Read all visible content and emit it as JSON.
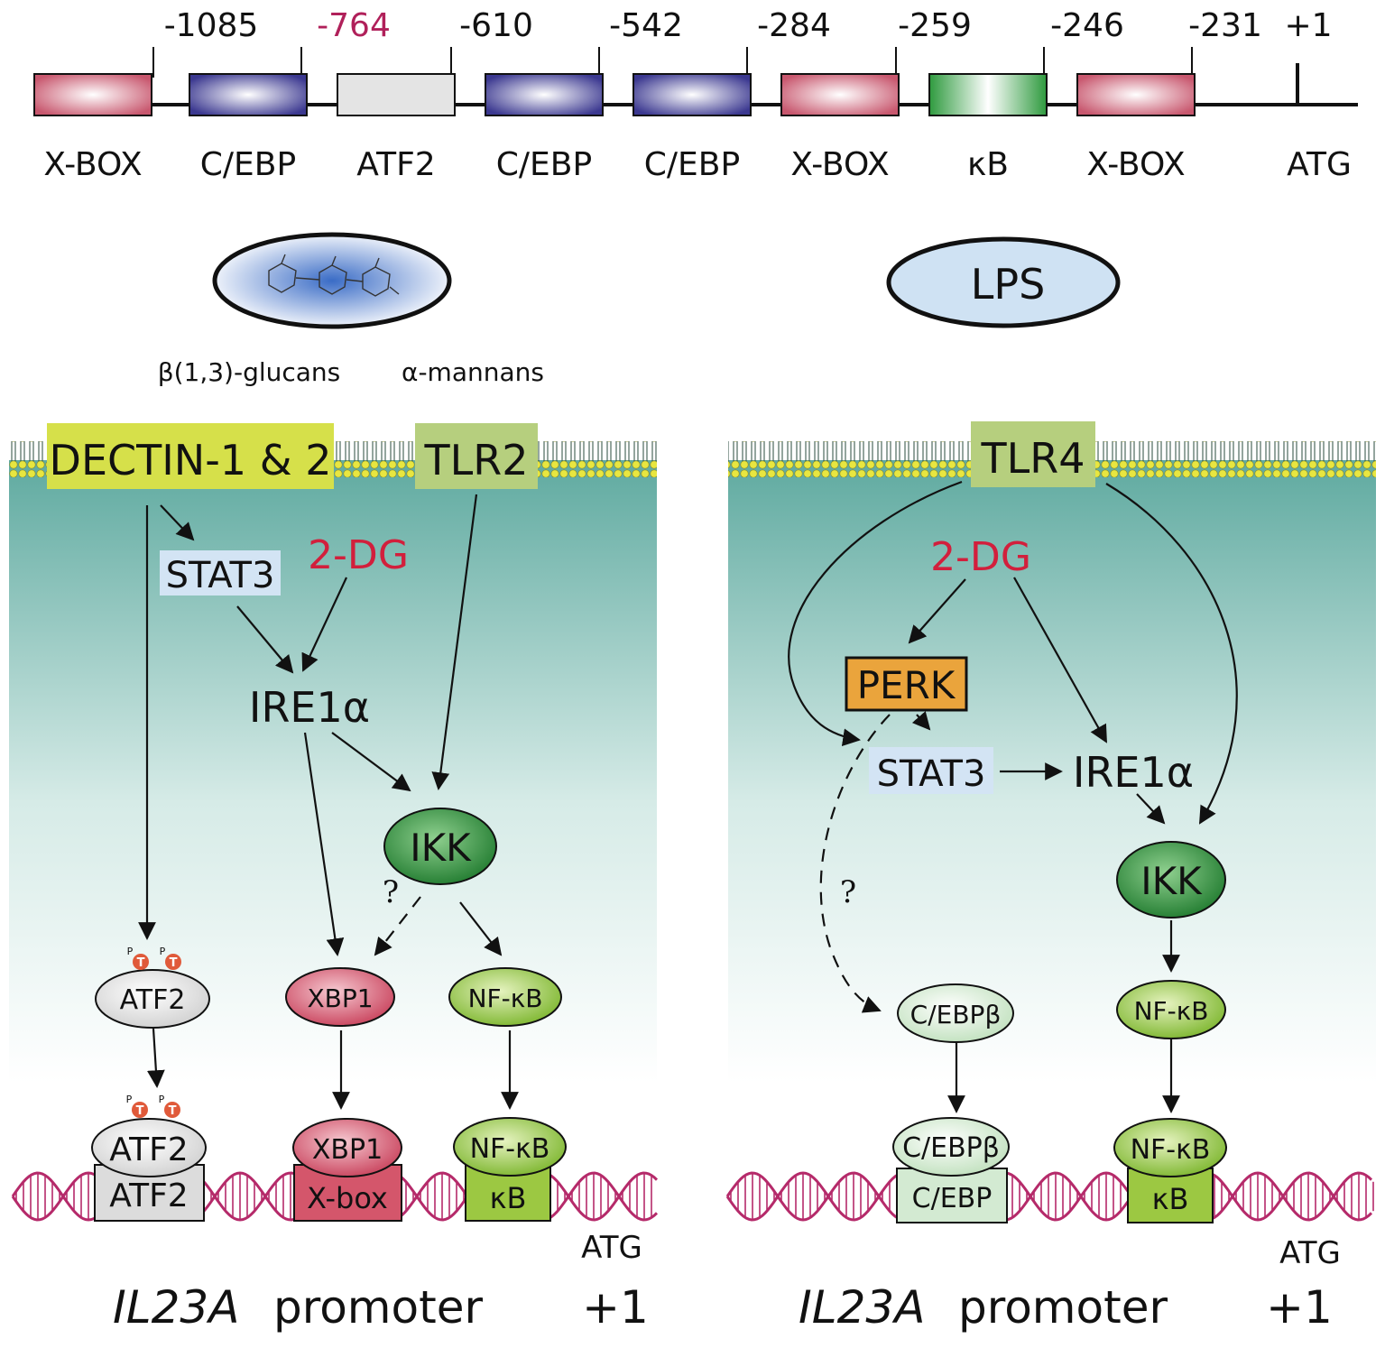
{
  "promoter_map": {
    "positions": [
      {
        "label": "-1085",
        "color": "#111111"
      },
      {
        "label": "-764",
        "color": "#b0205a"
      },
      {
        "label": "-610",
        "color": "#111111"
      },
      {
        "label": "-542",
        "color": "#111111"
      },
      {
        "label": "-284",
        "color": "#111111"
      },
      {
        "label": "-259",
        "color": "#111111"
      },
      {
        "label": "-246",
        "color": "#111111"
      },
      {
        "label": "-231",
        "color": "#111111"
      },
      {
        "label": "+1",
        "color": "#111111"
      }
    ],
    "elements": [
      {
        "label": "X-BOX",
        "type": "xbox"
      },
      {
        "label": "C/EBP",
        "type": "cebp"
      },
      {
        "label": "ATF2",
        "type": "atf2"
      },
      {
        "label": "C/EBP",
        "type": "cebp"
      },
      {
        "label": "C/EBP",
        "type": "cebp"
      },
      {
        "label": "X-BOX",
        "type": "xbox"
      },
      {
        "label": "κB",
        "type": "kb"
      },
      {
        "label": "X-BOX",
        "type": "xbox"
      }
    ],
    "start_label": "ATG"
  },
  "left_panel": {
    "ligand_labels": [
      "β(1,3)-glucans",
      "α-mannans"
    ],
    "receptors": [
      "DECTIN-1 & 2",
      "TLR2"
    ],
    "stat3": "STAT3",
    "inhibitor": "2-DG",
    "ire1a": "IRE1α",
    "ikk": "IKK",
    "question": "?",
    "factors": {
      "atf2": "ATF2",
      "xbp1": "XBP1",
      "nfkb": "NF-κB"
    },
    "bound": {
      "atf2_top": "ATF2",
      "atf2_site": "ATF2",
      "xbp1_top": "XBP1",
      "xbox_site": "X-box",
      "nfkb_top": "NF-κB",
      "kb_site": "κB"
    },
    "phospho_p": "P",
    "phospho_t": "T",
    "atg": "ATG",
    "gene": "IL23A",
    "promoter_word": "promoter",
    "plus_one": "+1"
  },
  "right_panel": {
    "ligand": "LPS",
    "receptor": "TLR4",
    "inhibitor": "2-DG",
    "perk": "PERK",
    "stat3": "STAT3",
    "ire1a": "IRE1α",
    "ikk": "IKK",
    "question": "?",
    "factors": {
      "cebpb": "C/EBPβ",
      "nfkb": "NF-κB"
    },
    "bound": {
      "cebpb_top": "C/EBPβ",
      "cebp_site": "C/EBP",
      "nfkb_top": "NF-κB",
      "kb_site": "κB"
    },
    "atg": "ATG",
    "gene": "IL23A",
    "promoter_word": "promoter",
    "plus_one": "+1"
  },
  "colors": {
    "xbox": "#c8576e",
    "cebp": "#3b3890",
    "atf2": "#dcdcdc",
    "kb": "#2e9a3e",
    "inhibitor_red": "#d21f3c",
    "membrane_lipid": "#e8e640",
    "membrane_top": "#5faaa0",
    "dectin": "#d6e04a",
    "tlr": "#b6cf7e",
    "stat3_bg": "#d3e4f4",
    "perk": "#eaa43c",
    "ikk": "#2f8a3a",
    "nfkb": "#9cc842",
    "xbp1": "#d4566b",
    "cebpb_light": "#e6f2e4",
    "dna": "#b52a6a",
    "lps": "#cfe2f3"
  }
}
